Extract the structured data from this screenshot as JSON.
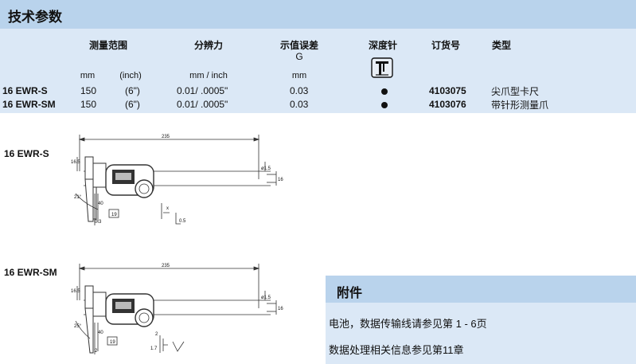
{
  "title": "技术参数",
  "columns": {
    "range": "测量范围",
    "resolution": "分辨力",
    "error": "示值误差",
    "error_symbol": "G",
    "depth_rod": "深度针",
    "order_no": "订货号",
    "type": "类型"
  },
  "units": {
    "range_mm": "mm",
    "range_inch": "(inch)",
    "resolution": "mm / inch",
    "error": "mm"
  },
  "rows": [
    {
      "model": "16 EWR-S",
      "mm": "150",
      "inch": "(6\")",
      "resolution": "0.01/ .0005\"",
      "error": "0.03",
      "order": "4103075",
      "type": "尖爪型卡尺"
    },
    {
      "model": "16 EWR-SM",
      "mm": "150",
      "inch": "(6\")",
      "resolution": "0.01/ .0005\"",
      "error": "0.03",
      "order": "4103076",
      "type": "带针形测量爪"
    }
  ],
  "depth_icon_name": "depth-rod-icon",
  "drawings": [
    {
      "model": "16 EWR-S",
      "dims": {
        "length": "235",
        "height": "16.5",
        "rod": "ø1.5",
        "beam": "16",
        "jaw": "40",
        "angle": "21°",
        "tip": "0.3",
        "width": "19",
        "x": "x",
        "x_val": "0.5"
      }
    },
    {
      "model": "16 EWR-SM",
      "dims": {
        "length": "235",
        "height": "16.5",
        "rod": "ø1.5",
        "beam": "16",
        "jaw": "40",
        "angle": "25°",
        "tip": "2",
        "width": "19",
        "d1": "2",
        "d2": "1.7"
      }
    }
  ],
  "accessories": {
    "title": "附件",
    "lines": [
      "电池，数据传输线请参见第 1 - 6页",
      "数据处理相关信息参见第11章"
    ]
  }
}
